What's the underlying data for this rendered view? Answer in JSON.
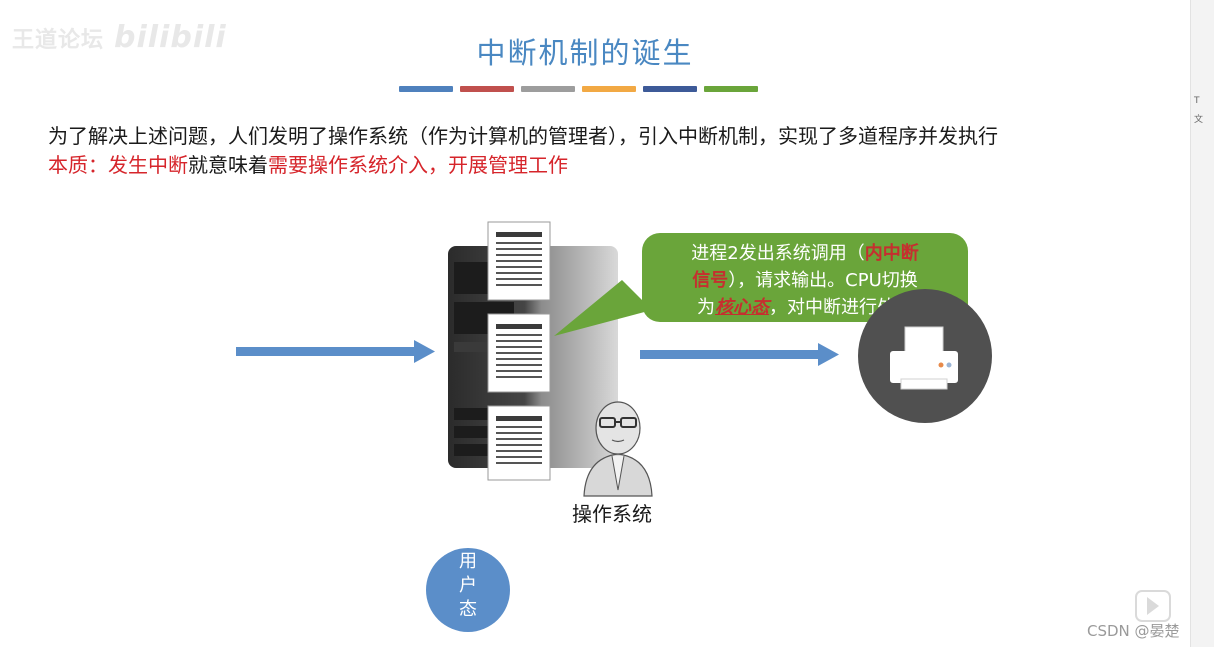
{
  "watermark": {
    "text": "王道论坛",
    "brand": "bilibili"
  },
  "slide": {
    "title": "中断机制的诞生",
    "title_bar_colors": [
      "#4f81bd",
      "#c0504d",
      "#9d9d9d",
      "#f2a944",
      "#3d5a98",
      "#6aa53a"
    ],
    "line1": "为了解决上述问题，人们发明了操作系统（作为计算机的管理者），引入中断机制，实现了多道程序并发执行",
    "line2": {
      "part1": "本质：发生中断",
      "part2": "就意味着",
      "part3": "需要操作系统介入，开展管理工作"
    },
    "bubble": {
      "t1": "进程2发出系统调用（",
      "t2": "内中断",
      "t3": "信号",
      "t4": "），请求输出。CPU切换",
      "t5": "为",
      "t6": "核心态",
      "t7": "，对中断进行处理"
    },
    "os_label": "操作系统",
    "user_mode": [
      "用",
      "户",
      "态"
    ]
  },
  "edge": {
    "top": "T",
    "second": "文"
  },
  "footer": {
    "csdn": "CSDN @晏楚"
  },
  "icons": [
    "server-icon",
    "document-icon",
    "person-icon",
    "printer-icon",
    "arrow-right-icon",
    "play-icon",
    "mouse-cursor-icon"
  ],
  "colors": {
    "arrow": "#5b8ec9",
    "bubble": "#6aa53a",
    "highlight": "#d6252b",
    "title": "#4a88c2"
  }
}
